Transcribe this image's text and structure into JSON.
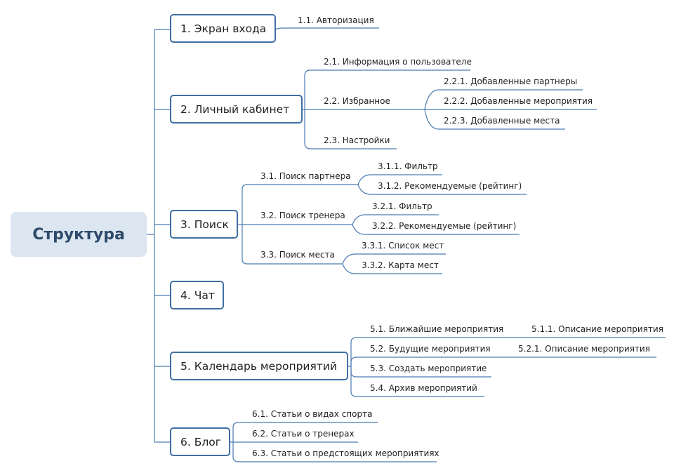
{
  "root": {
    "label": "Структура"
  },
  "branches": [
    {
      "id": "1",
      "label": "1. Экран входа",
      "children": [
        {
          "label": "1.1. Авторизация"
        }
      ]
    },
    {
      "id": "2",
      "label": "2. Личный кабинет",
      "children": [
        {
          "label": "2.1. Информация о пользователе"
        },
        {
          "label": "2.2. Избранное",
          "children": [
            {
              "label": "2.2.1. Добавленные партнеры"
            },
            {
              "label": "2.2.2. Добавленные мероприятия"
            },
            {
              "label": "2.2.3. Добавленные места"
            }
          ]
        },
        {
          "label": "2.3. Настройки"
        }
      ]
    },
    {
      "id": "3",
      "label": "3. Поиск",
      "children": [
        {
          "label": "3.1. Поиск партнера",
          "children": [
            {
              "label": "3.1.1. Фильтр"
            },
            {
              "label": "3.1.2. Рекомендуемые (рейтинг)"
            }
          ]
        },
        {
          "label": "3.2. Поиск тренера",
          "children": [
            {
              "label": "3.2.1. Фильтр"
            },
            {
              "label": "3.2.2. Рекомендуемые (рейтинг)"
            }
          ]
        },
        {
          "label": "3.3. Поиск места",
          "children": [
            {
              "label": "3.3.1. Список мест"
            },
            {
              "label": "3.3.2. Карта мест"
            }
          ]
        }
      ]
    },
    {
      "id": "4",
      "label": "4. Чат",
      "children": []
    },
    {
      "id": "5",
      "label": "5. Календарь мероприятий",
      "children": [
        {
          "label": "5.1. Ближайшие мероприятия",
          "children": [
            {
              "label": "5.1.1. Описание мероприятия"
            }
          ]
        },
        {
          "label": "5.2. Будущие мероприятия",
          "children": [
            {
              "label": "5.2.1. Описание мероприятия"
            }
          ]
        },
        {
          "label": "5.3. Создать мероприятие"
        },
        {
          "label": "5.4. Архив мероприятий"
        }
      ]
    },
    {
      "id": "6",
      "label": "6. Блог",
      "children": [
        {
          "label": "6.1.  Статьи о видах спорта"
        },
        {
          "label": "6.2. Статьи о тренерах"
        },
        {
          "label": "6.3. Статьи о предстоящих мероприятиях"
        }
      ]
    }
  ],
  "colors": {
    "line": "#4a7ab0",
    "box_border": "#3f6fa3",
    "root_fill": "#dce6f0",
    "root_text": "#2e4a6a"
  }
}
